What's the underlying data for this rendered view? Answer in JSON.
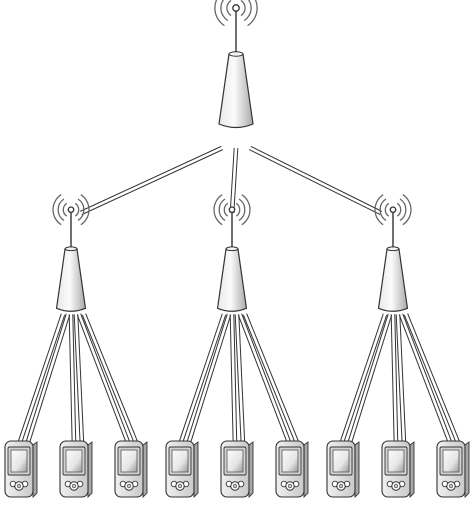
{
  "diagram": {
    "type": "tree-network",
    "root": {
      "kind": "antenna-tower",
      "icon": "antenna-tower-icon",
      "children": [
        {
          "kind": "antenna-tower",
          "icon": "antenna-tower-icon",
          "children": [
            {
              "kind": "handheld-device",
              "icon": "pda-device-icon"
            },
            {
              "kind": "handheld-device",
              "icon": "pda-device-icon"
            },
            {
              "kind": "handheld-device",
              "icon": "pda-device-icon"
            }
          ]
        },
        {
          "kind": "antenna-tower",
          "icon": "antenna-tower-icon",
          "children": [
            {
              "kind": "handheld-device",
              "icon": "pda-device-icon"
            },
            {
              "kind": "handheld-device",
              "icon": "pda-device-icon"
            },
            {
              "kind": "handheld-device",
              "icon": "pda-device-icon"
            }
          ]
        },
        {
          "kind": "antenna-tower",
          "icon": "antenna-tower-icon",
          "children": [
            {
              "kind": "handheld-device",
              "icon": "pda-device-icon"
            },
            {
              "kind": "handheld-device",
              "icon": "pda-device-icon"
            },
            {
              "kind": "handheld-device",
              "icon": "pda-device-icon"
            }
          ]
        }
      ]
    },
    "colors": {
      "stroke": "#333333",
      "tower_light": "#fafafa",
      "tower_dark": "#b5b5b5",
      "device_body": "#e6e6e6",
      "screen_light": "#f5f5f5",
      "screen_dark": "#9a9a9a",
      "waves": "#666666"
    }
  }
}
